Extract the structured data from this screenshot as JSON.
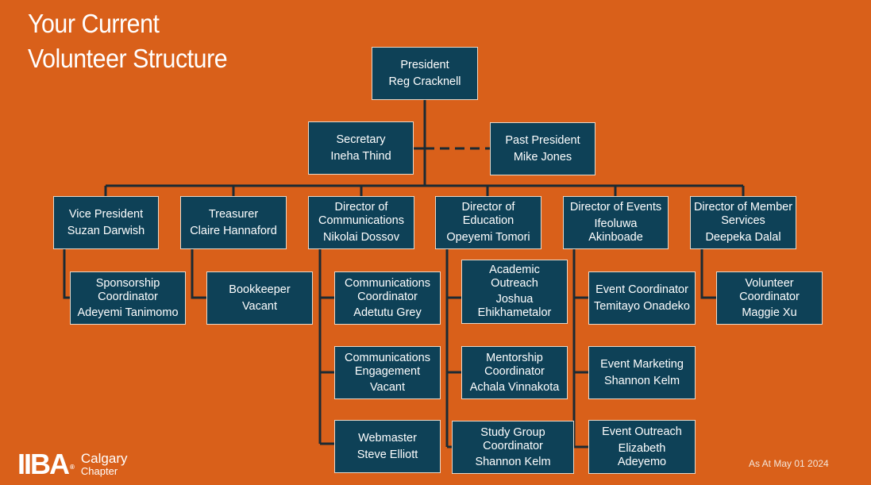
{
  "title": {
    "line1": "Your Current",
    "line2": "Volunteer Structure"
  },
  "colors": {
    "background": "#D9601A",
    "box": "#0E4157",
    "box_border": "#E8D8C8",
    "line": "#1B2A33",
    "text": "#FFFFFF"
  },
  "org": {
    "president": {
      "role": "President",
      "name": "Reg Cracknell"
    },
    "secretary": {
      "role": "Secretary",
      "name": "Ineha Thind"
    },
    "past_president": {
      "role": "Past President",
      "name": "Mike Jones"
    },
    "directors": [
      {
        "role": "Vice President",
        "name": "Suzan Darwish",
        "reports": [
          {
            "role": "Sponsorship Coordinator",
            "name": "Adeyemi Tanimomo"
          }
        ]
      },
      {
        "role": "Treasurer",
        "name": "Claire Hannaford",
        "reports": [
          {
            "role": "Bookkeeper",
            "name": "Vacant"
          }
        ]
      },
      {
        "role": "Director of Communications",
        "name": "Nikolai Dossov",
        "reports": [
          {
            "role": "Communications Coordinator",
            "name": "Adetutu Grey"
          },
          {
            "role": "Communications Engagement",
            "name": "Vacant"
          },
          {
            "role": "Webmaster",
            "name": "Steve Elliott"
          }
        ]
      },
      {
        "role": "Director of Education",
        "name": "Opeyemi Tomori",
        "reports": [
          {
            "role": "Academic Outreach",
            "name": "Joshua Ehikhametalor"
          },
          {
            "role": "Mentorship Coordinator",
            "name": "Achala Vinnakota"
          },
          {
            "role": "Study Group Coordinator",
            "name": "Shannon Kelm"
          }
        ]
      },
      {
        "role": "Director of Events",
        "name": "Ifeoluwa Akinboade",
        "reports": [
          {
            "role": "Event Coordinator",
            "name": "Temitayo Onadeko"
          },
          {
            "role": "Event Marketing",
            "name": "Shannon Kelm"
          },
          {
            "role": "Event Outreach",
            "name": "Elizabeth Adeyemo"
          }
        ]
      },
      {
        "role": "Director of Member Services",
        "name": "Deepeka Dalal",
        "reports": [
          {
            "role": "Volunteer Coordinator",
            "name": "Maggie Xu"
          }
        ]
      }
    ]
  },
  "footer": {
    "logo_mark": "IIBA",
    "logo_reg": "®",
    "logo_city": "Calgary",
    "logo_sub": "Chapter",
    "as_at": "As At May 01 2024"
  }
}
